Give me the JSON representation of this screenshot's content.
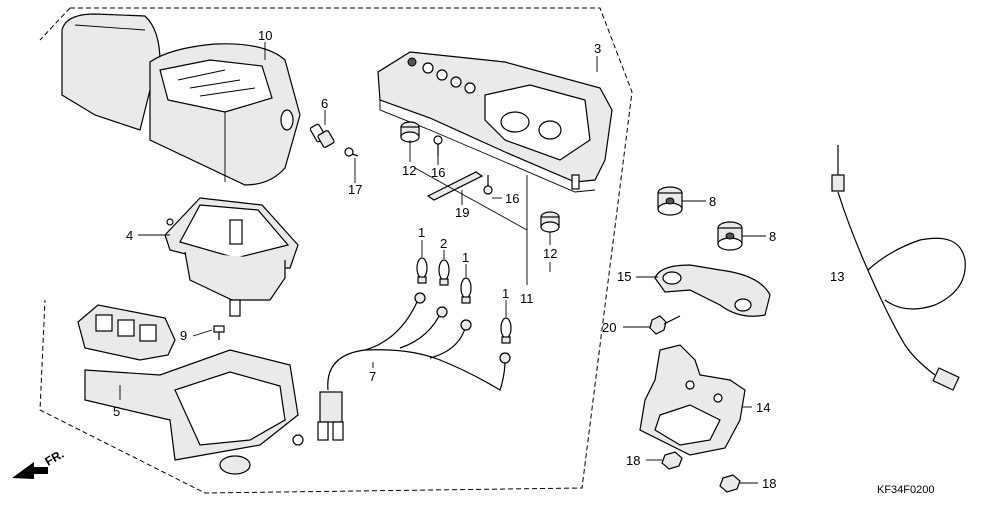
{
  "diagram": {
    "drawing_code": "KF34F0200",
    "direction_label": "FR.",
    "labels": {
      "p10": "10",
      "p6": "6",
      "p17": "17",
      "p3": "3",
      "p12a": "12",
      "p16a": "16",
      "p19": "19",
      "p16b": "16",
      "p4": "4",
      "p1a": "1",
      "p2": "2",
      "p1b": "1",
      "p12b": "12",
      "p8a": "8",
      "p8b": "8",
      "p15": "15",
      "p13": "13",
      "p11": "11",
      "p1c": "1",
      "p9": "9",
      "p20": "20",
      "p7": "7",
      "p5": "5",
      "p14": "14",
      "p18a": "18",
      "p18b": "18"
    }
  }
}
